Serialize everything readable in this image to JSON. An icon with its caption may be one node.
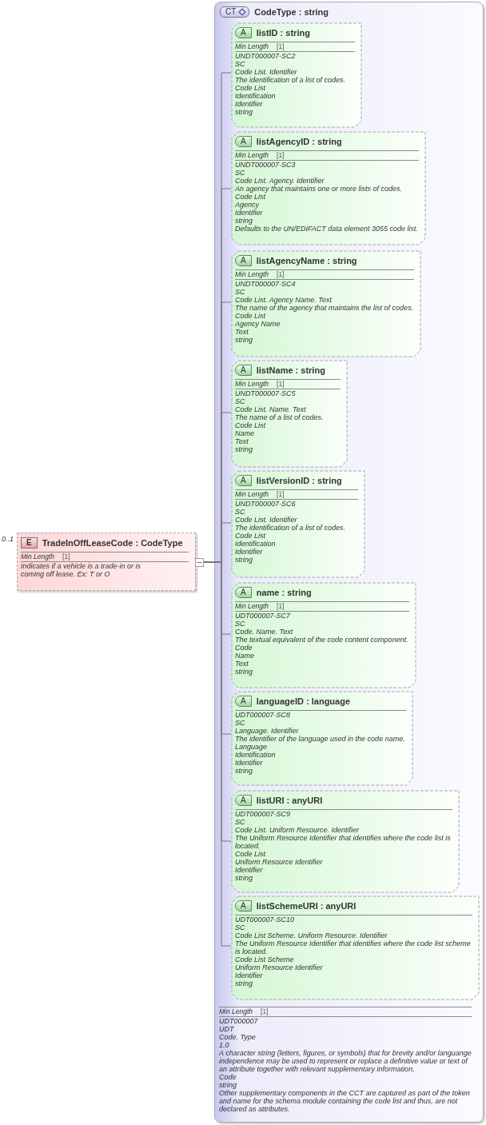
{
  "diagram": {
    "nodes": [
      {
        "text": [
          "E",
          "TradeInOffLeaseCode : CodeType",
          "Min Length",
          "[1]",
          "Indicates if a vehicle is a trade-in or is coming off lease. Ex: T or O"
        ],
        "beside": [
          "0..1"
        ]
      },
      {
        "text": [
          "CT",
          "CodeType : string",
          "Min Length",
          "[1]",
          "UDT000007",
          "UDT",
          "Code. Type",
          "1.0",
          "A character string (letters, figures, or symbols) that for brevity and/or languange independence may be used to represent or replace a definitive value or text of an attribute together with relevant supplementary information.",
          "Code",
          "string",
          "Other supplementary components in the CCT are captured as part of the token and name for the schema module containing the code list and thus, are not declared as attributes."
        ]
      },
      {
        "text": [
          "A",
          "listID : string",
          "Min Length",
          "[1]",
          "UNDT000007-SC2",
          "SC",
          "Code List. Identifier",
          "The identification of a list of codes.",
          "Code List",
          "Identification",
          "Identifier",
          "string"
        ],
        "in": 1
      },
      {
        "text": [
          "A",
          "listAgencyID : string",
          "Min Length",
          "[1]",
          "UNDT000007-SC3",
          "SC",
          "Code List. Agency. Identifier",
          "An agency that maintains one or more lists of codes.",
          "Code List",
          "Agency",
          "Identifier",
          "string",
          "Defaults to the UN/EDIFACT data element 3055 code list."
        ],
        "in": 1
      },
      {
        "text": [
          "A",
          "listAgencyName : string",
          "Min Length",
          "[1]",
          "UNDT000007-SC4",
          "SC",
          "Code List. Agency Name. Text",
          "The name of the agency that maintains the list of codes.",
          "Code List",
          "Agency Name",
          "Text",
          "string"
        ],
        "in": 1
      },
      {
        "text": [
          "A",
          "listName : string",
          "Min Length",
          "[1]",
          "UNDT000007-SC5",
          "SC",
          "Code List. Name. Text",
          "The name of a list of codes.",
          "Code List",
          "Name",
          "Text",
          "string"
        ],
        "in": 1
      },
      {
        "text": [
          "A",
          "listVersionID : string",
          "Min Length",
          "[1]",
          "UNDT000007-SC6",
          "SC",
          "Code List. Identifier",
          "The identification of a list of codes.",
          "Code List",
          "Identification",
          "Identifier",
          "string"
        ],
        "in": 1
      },
      {
        "text": [
          "A",
          "name : string",
          "Min Length",
          "[1]",
          "UDT000007-SC7",
          "SC",
          "Code. Name. Text",
          "The textual equivalent of the code content component.",
          "Code",
          "Name",
          "Text",
          "string"
        ],
        "in": 1
      },
      {
        "text": [
          "A",
          "languageID : language",
          "UDT000007-SC8",
          "SC",
          "Language. Identifier",
          "The identifier of the language used in the code name.",
          "Language",
          "Identification",
          "Identifier",
          "string"
        ],
        "in": 1
      },
      {
        "text": [
          "A",
          "listURI : anyURI",
          "UDT000007-SC9",
          "SC",
          "Code List. Uniform Resource. Identifier",
          "The Uniform Resource Identifier that identifies where the code list is located.",
          "Code List",
          "Uniform Resource Identifier",
          "Identifier",
          "string"
        ],
        "in": 1
      },
      {
        "text": [
          "A",
          "listSchemeURI : anyURI",
          "UDT000007-SC10",
          "SC",
          "Code List Scheme. Uniform Resource. Identifier",
          "The Uniform Resource Identifier that identifies where the code list scheme is located.",
          "Code List Scheme",
          "Uniform Resource Identifier",
          "Identifier",
          "string"
        ],
        "in": 1
      }
    ],
    "edges": [
      {
        "from": 0,
        "to": 2,
        "arrow": "none"
      },
      {
        "from": 0,
        "to": 3,
        "arrow": "none"
      },
      {
        "from": 0,
        "to": 4,
        "arrow": "none"
      },
      {
        "from": 0,
        "to": 5,
        "arrow": "none"
      },
      {
        "from": 0,
        "to": 6,
        "arrow": "none"
      },
      {
        "from": 0,
        "to": 7,
        "arrow": "none"
      },
      {
        "from": 0,
        "to": 8,
        "arrow": "none"
      },
      {
        "from": 0,
        "to": 9,
        "arrow": "none"
      },
      {
        "from": 0,
        "to": 10,
        "arrow": "none"
      }
    ]
  }
}
